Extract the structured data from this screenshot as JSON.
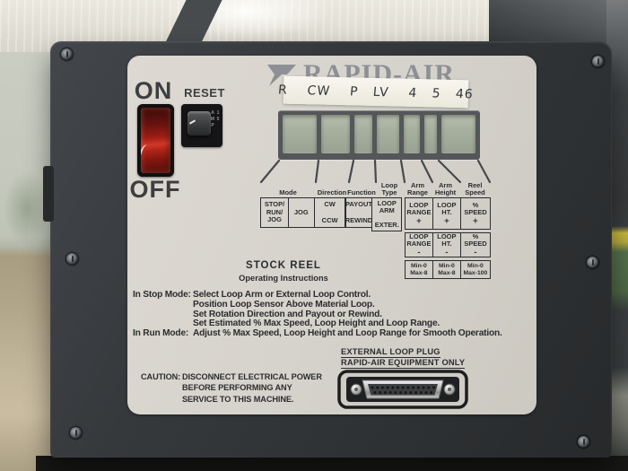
{
  "brand": {
    "logo_text": "RAPID-AIR"
  },
  "sticker": {
    "text": "R    CW    P   LV    4   5   46"
  },
  "power": {
    "on": "ON",
    "off": "OFF",
    "reset": "RESET",
    "breaker_rating": "15 AMP"
  },
  "display": {
    "segment_count": 7
  },
  "controls": {
    "headers": [
      "Mode",
      "Direction",
      "Function",
      "Loop\nType",
      "Arm\nRange",
      "Arm\nHeight",
      "Reel\nSpeed"
    ],
    "cells": {
      "mode_a": "STOP/\nRUN/\nJOG",
      "mode_b": "JOG",
      "direction": [
        "CW",
        "CCW"
      ],
      "function": [
        "PAYOUT",
        "REWIND"
      ],
      "loop_type": [
        "LOOP ARM",
        "EXTER."
      ]
    },
    "adjust": [
      {
        "label": "LOOP RANGE",
        "plus": "+",
        "minus": "-",
        "limits": "Min-0\nMax-8"
      },
      {
        "label": "LOOP HT.",
        "plus": "+",
        "minus": "-",
        "limits": "Min-0\nMax-8"
      },
      {
        "label": "% SPEED",
        "plus": "+",
        "minus": "-",
        "limits": "Min-0\nMax-100"
      }
    ]
  },
  "instructions": {
    "title": "STOCK REEL",
    "subtitle": "Operating Instructions",
    "stop_mode_label": "In Stop Mode:",
    "stop_mode_lines": [
      "Select Loop Arm or External Loop Control.",
      "Position Loop Sensor Above Material Loop.",
      "Set Rotation Direction and Payout or Rewind.",
      "Set Estimated % Max Speed, Loop Height and Loop Range."
    ],
    "run_mode_label": "In Run Mode:",
    "run_mode_lines": [
      "Adjust % Max Speed, Loop Height and Loop Range for Smooth Operation."
    ]
  },
  "caution": {
    "label": "CAUTION:",
    "lines": [
      "DISCONNECT ELECTRICAL POWER",
      "BEFORE PERFORMING ANY",
      "SERVICE TO THIS MACHINE."
    ]
  },
  "plug": {
    "title": "EXTERNAL LOOP PLUG",
    "subtitle": "RAPID-AIR EQUIPMENT ONLY"
  },
  "colors": {
    "panel": "#d6d3cc",
    "machine_body": "#35383b",
    "lcd_window": "#a6ae9d",
    "switch_red": "#cf382a",
    "logo_gray": "#8d9095",
    "ink": "#2b2d2f"
  }
}
